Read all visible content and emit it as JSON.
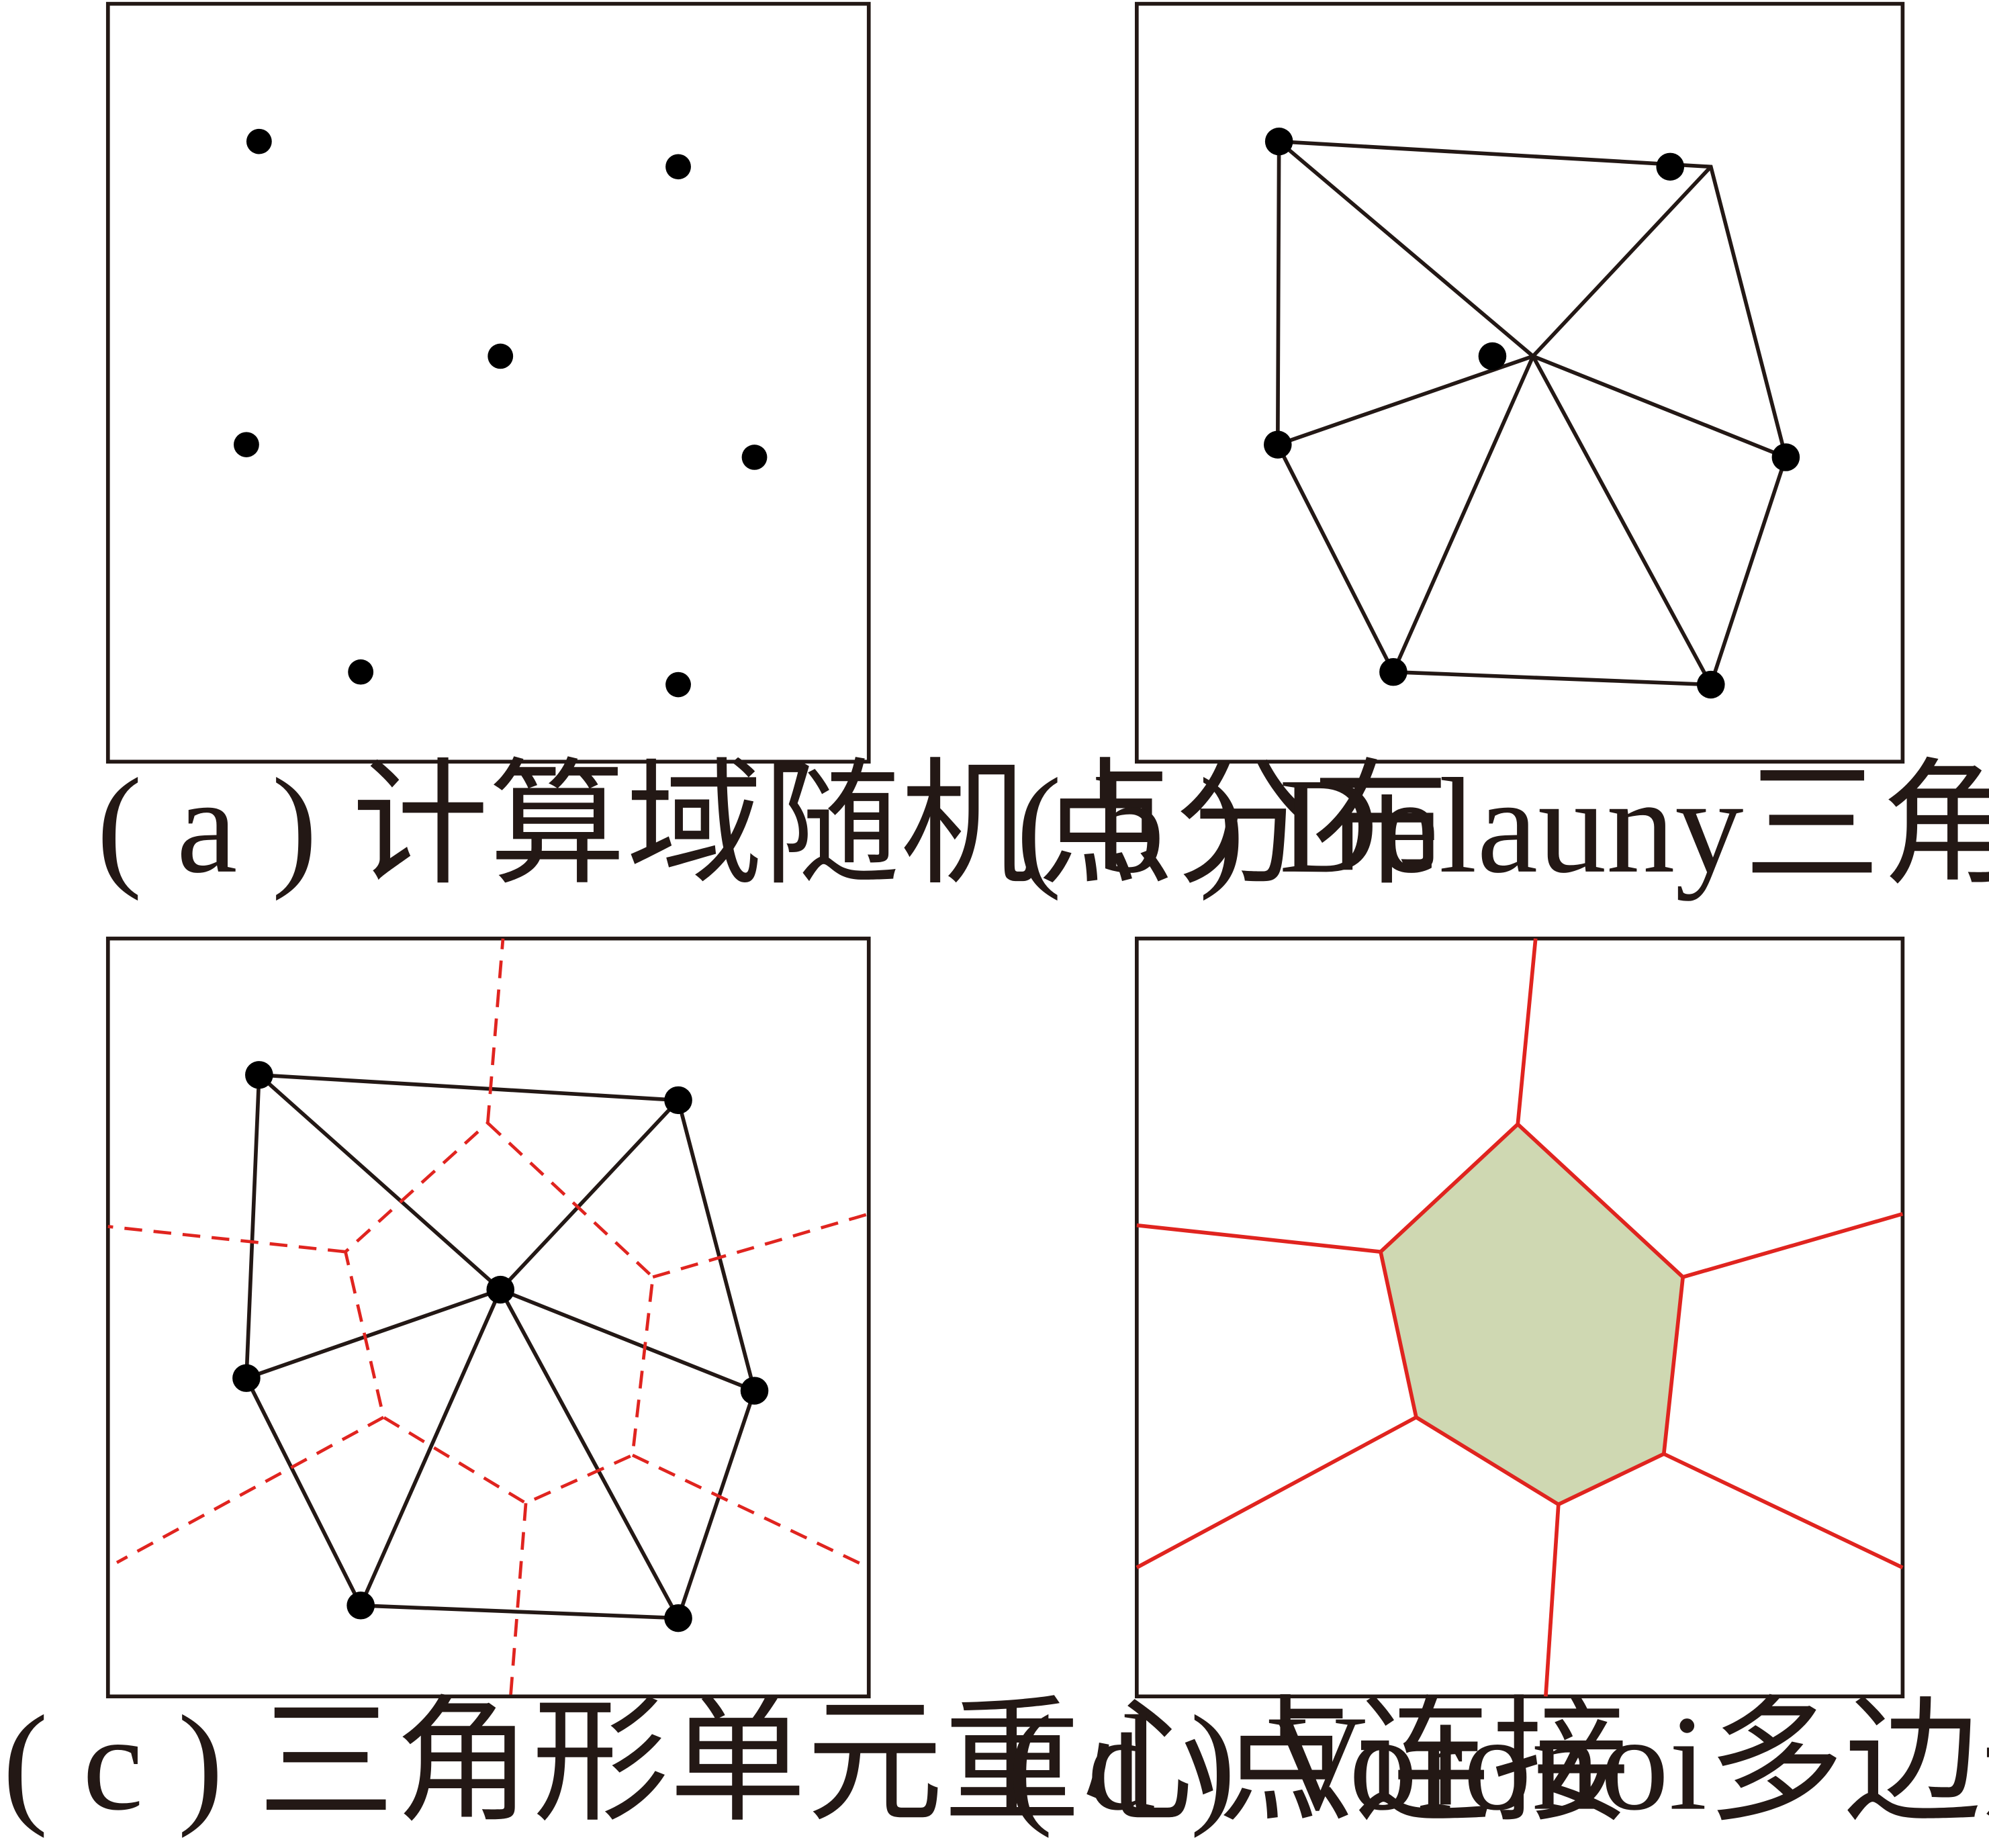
{
  "colors": {
    "frame": "#231815",
    "point": "#000000",
    "edge": "#231815",
    "voronoi": "#e0241f",
    "cell_fill": "#cfd8b2"
  },
  "panels": [
    {
      "id": "a",
      "caption": "( a ) 计算域随机点分布"
    },
    {
      "id": "b",
      "caption": "( b ) Delauny三角形网格生成"
    },
    {
      "id": "c",
      "caption": "( c ) 三角形单元重心点连接"
    },
    {
      "id": "d",
      "caption": "( d ) Voronoi多边形块体生成"
    }
  ]
}
